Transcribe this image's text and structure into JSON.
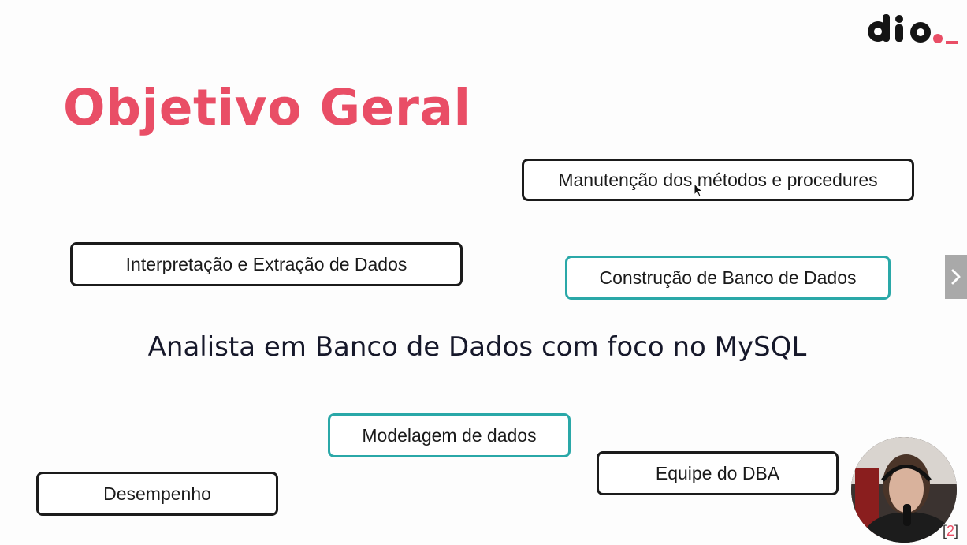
{
  "logo": {
    "text": "dio._",
    "accent_color": "#e94e66"
  },
  "title": "Objetivo Geral",
  "center_text": "Analista em Banco de Dados com foco no MySQL",
  "boxes": {
    "manutencao": "Manutenção dos métodos e procedures",
    "interpretacao": "Interpretação e Extração de Dados",
    "construcao": "Construção de Banco de Dados",
    "modelagem": "Modelagem de dados",
    "equipe": "Equipe do DBA",
    "desempenho": "Desempenho"
  },
  "colors": {
    "title": "#e94e66",
    "box_border_dark": "#1b1b1b",
    "box_border_teal": "#2aa8a8"
  },
  "navigation": {
    "next_icon": "chevron-right-icon"
  },
  "page_indicator": {
    "open": "[",
    "number": "2",
    "close": "]"
  }
}
